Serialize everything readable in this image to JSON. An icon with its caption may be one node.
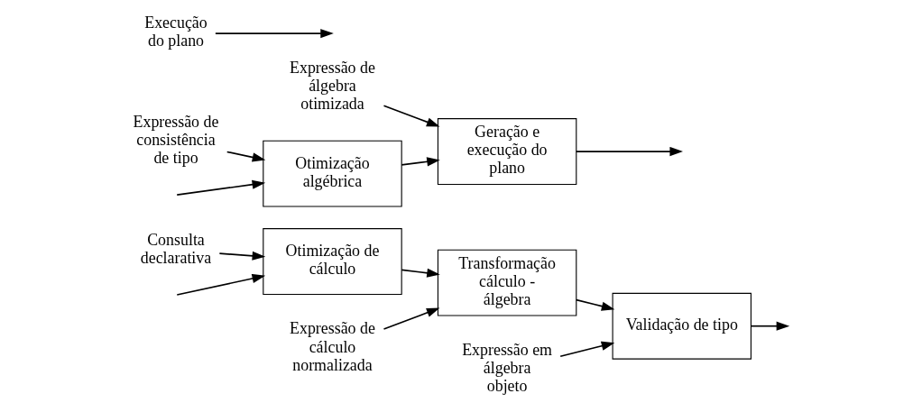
{
  "diagram": {
    "nodes": [
      {
        "text": [
          "Consulta declarativa"
        ]
      },
      {
        "text": [
          "Expressão de cálculo normalizada"
        ]
      },
      {
        "text": [
          "Expressão em álgebra objeto"
        ]
      },
      {
        "text": [
          "Otimização de cálculo"
        ]
      },
      {
        "text": [
          "Transformação cálculo - álgebra"
        ]
      },
      {
        "text": [
          "Validação de tipo"
        ]
      },
      {
        "text": [
          "Otimização algébrica"
        ]
      },
      {
        "text": [
          "Geração e execução do plano"
        ]
      },
      {
        "text": [
          "Expressão de consistência de tipo"
        ]
      },
      {
        "text": [
          "Expressão de álgebra otimizada"
        ]
      },
      {
        "text": [
          "Execução do plano"
        ]
      }
    ],
    "edges": [
      {
        "from": null,
        "to": 3,
        "arrow": "to"
      },
      {
        "from": 3,
        "to": 4,
        "arrow": "to"
      },
      {
        "from": 4,
        "to": 5,
        "arrow": "to"
      },
      {
        "from": 5,
        "to": null,
        "arrow": "to"
      },
      {
        "from": 0,
        "to": 3,
        "arrow": "to"
      },
      {
        "from": 1,
        "to": 4,
        "arrow": "to"
      },
      {
        "from": 2,
        "to": 5,
        "arrow": "to"
      },
      {
        "from": null,
        "to": 6,
        "arrow": "to"
      },
      {
        "from": 6,
        "to": 7,
        "arrow": "to"
      },
      {
        "from": 7,
        "to": null,
        "arrow": "to"
      },
      {
        "from": 8,
        "to": 6,
        "arrow": "to"
      },
      {
        "from": 9,
        "to": 7,
        "arrow": "to"
      },
      {
        "from": 10,
        "to": null,
        "arrow": "to"
      }
    ]
  }
}
